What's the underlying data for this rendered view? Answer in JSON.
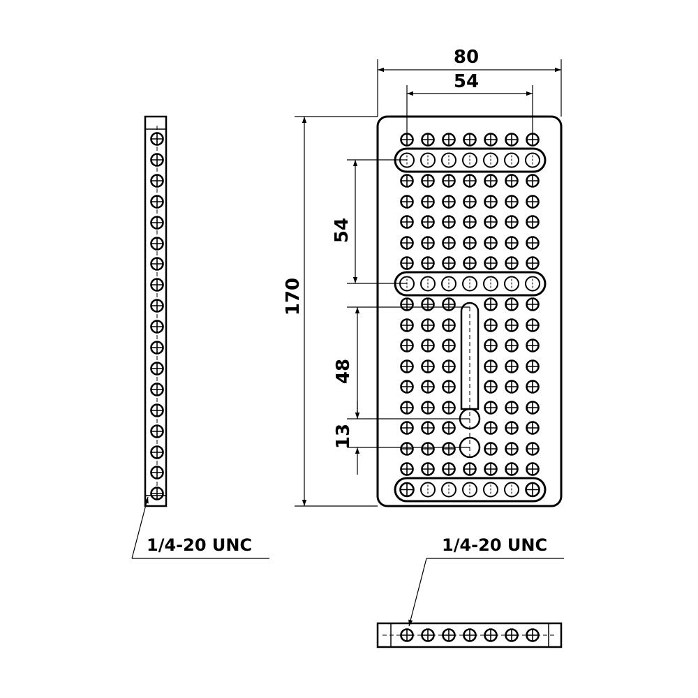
{
  "dimensions": {
    "overall_width": "80",
    "hole_span_width": "54",
    "overall_height": "170",
    "slot_pitch": "54",
    "center_slot_length": "48",
    "slot_offset": "13"
  },
  "callouts": {
    "side_view_thread": "1/4-20 UNC",
    "bottom_view_thread": "1/4-20 UNC"
  },
  "colors": {
    "line": "#000000",
    "background": "#ffffff"
  }
}
